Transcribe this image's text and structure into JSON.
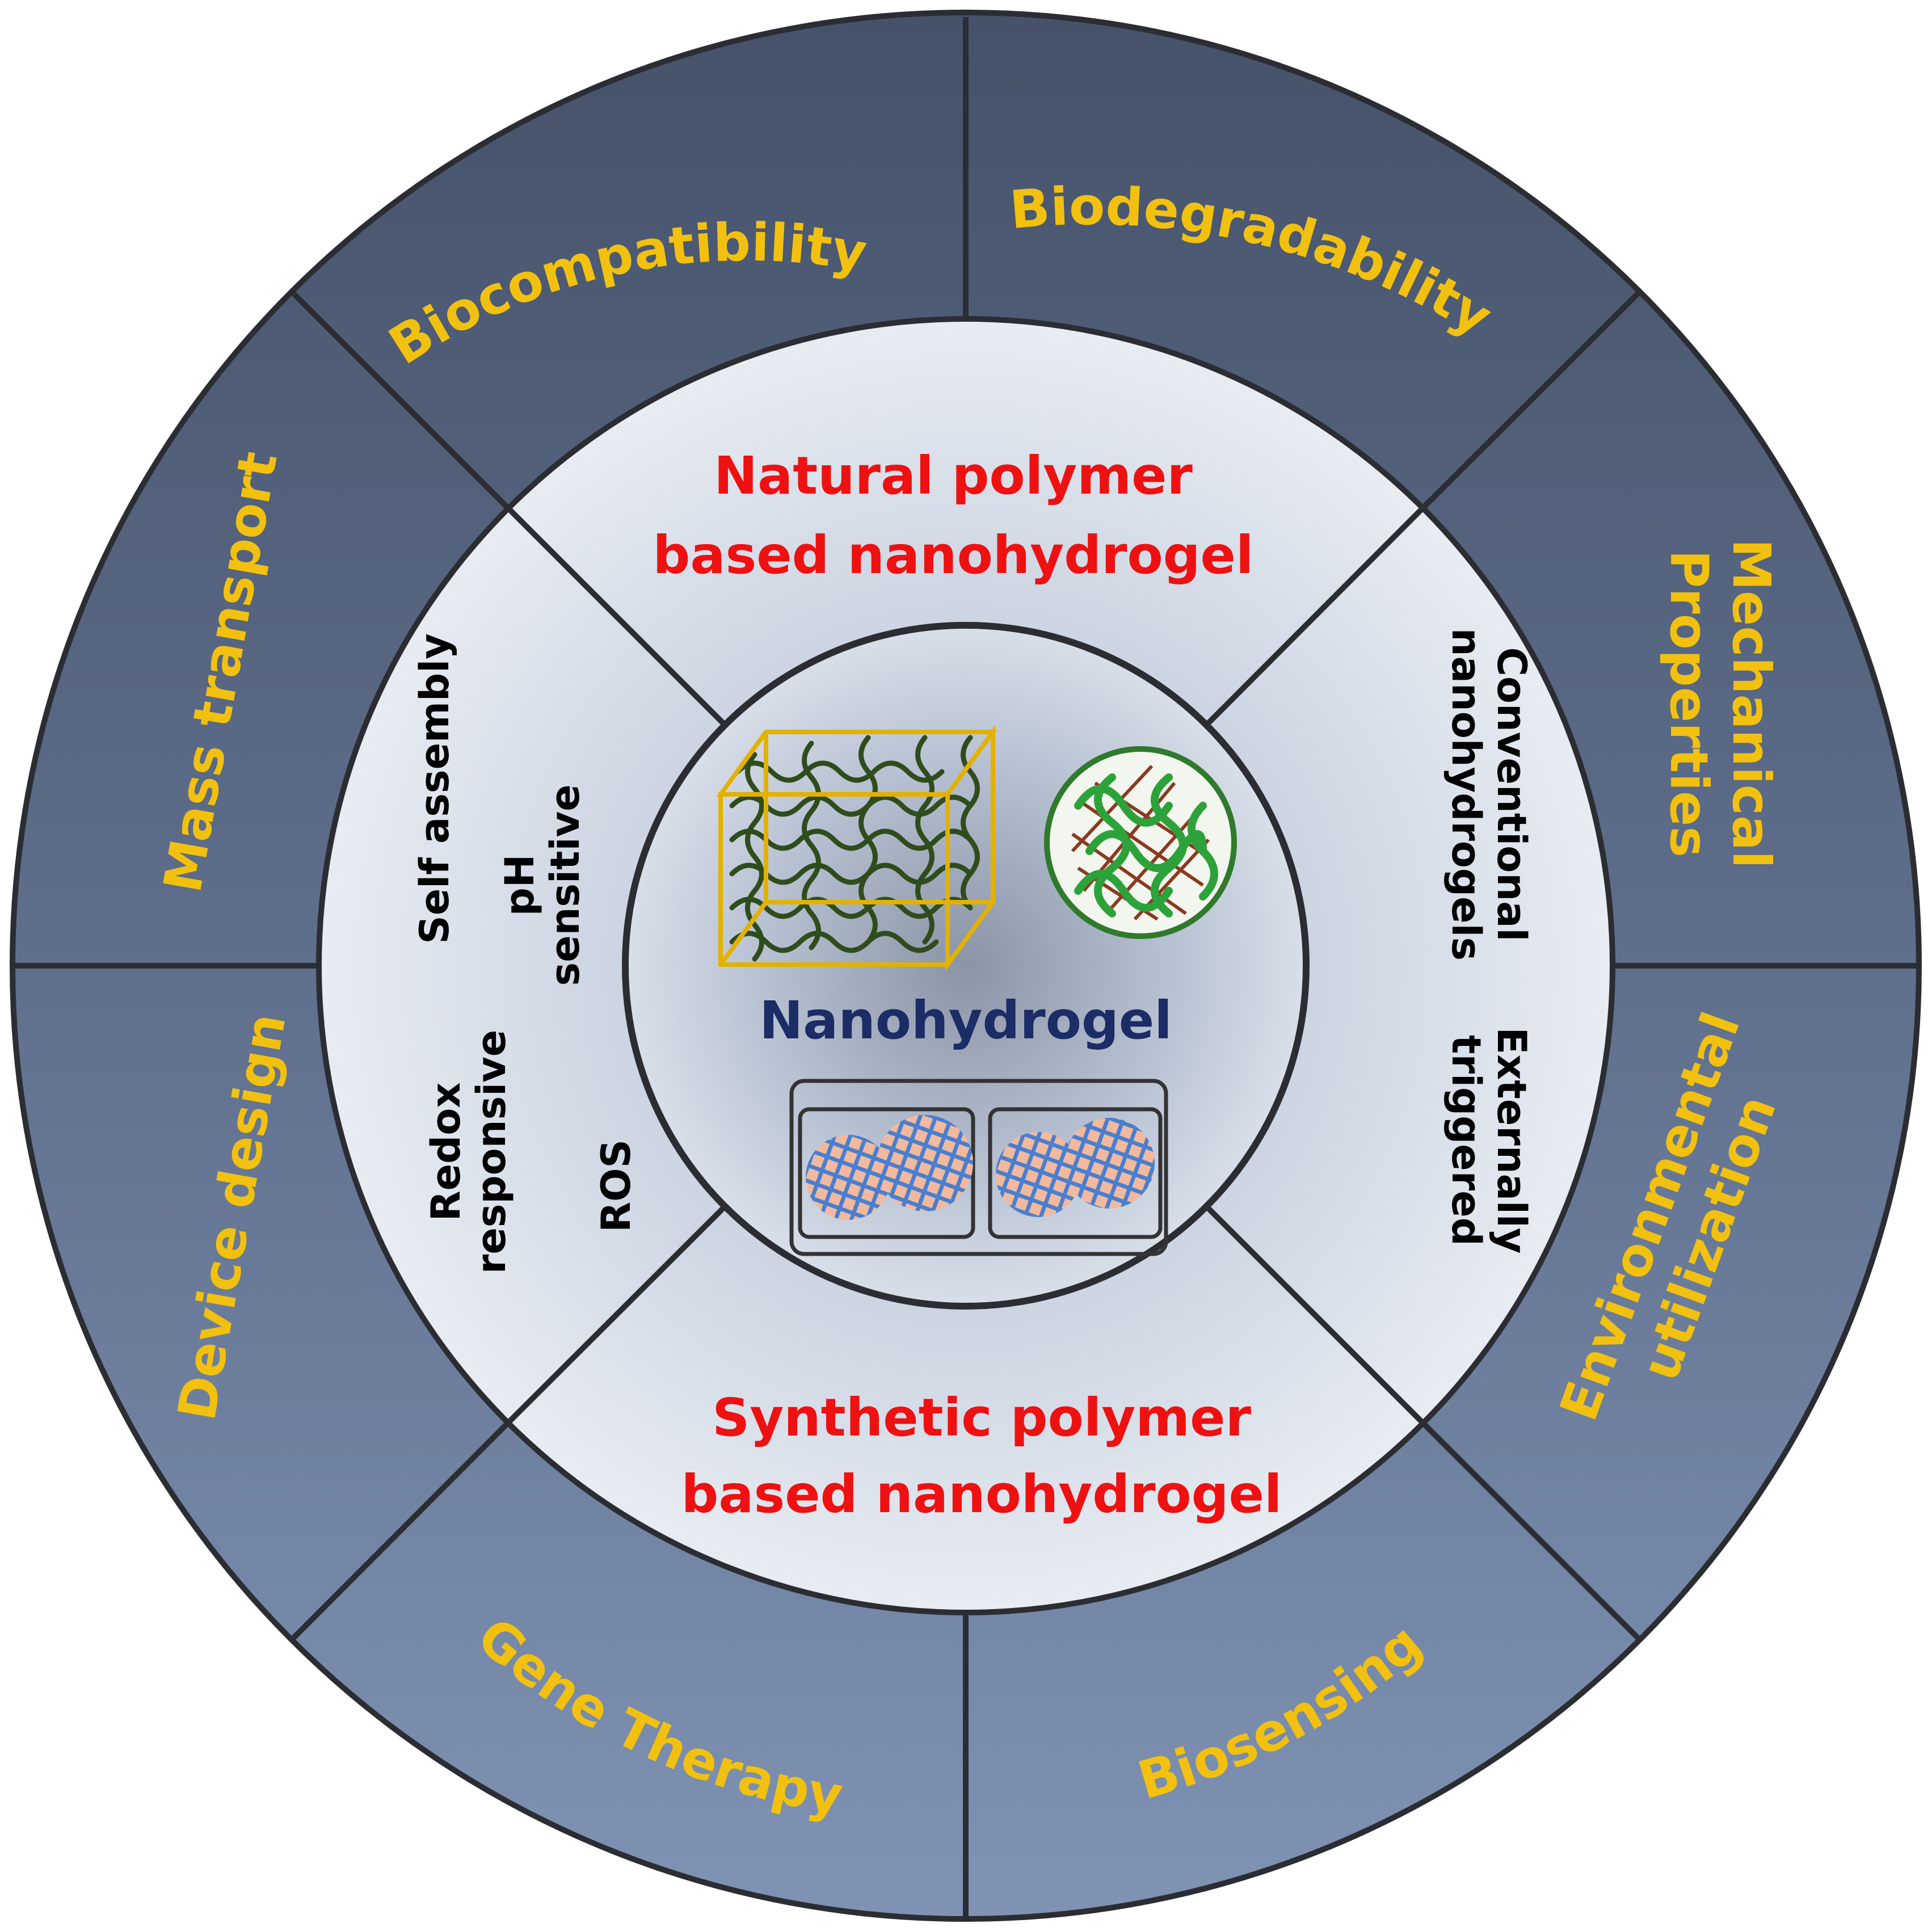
{
  "center": {
    "title": "Nanohydrogel"
  },
  "outer_ring": [
    {
      "label": "Biocompatibility"
    },
    {
      "label": "Biodegradability"
    },
    {
      "label": "Mechanical"
    },
    {
      "label": "Properties"
    },
    {
      "label": "Environmental"
    },
    {
      "label": "utilization"
    },
    {
      "label": "Biosensing"
    },
    {
      "label": "Gene Therapy"
    },
    {
      "label": "Device design"
    },
    {
      "label": "Mass transport"
    }
  ],
  "middle_ring": {
    "top_line1": "Natural polymer",
    "top_line2": "based nanohydrogel",
    "bottom_line1": "Synthetic polymer",
    "bottom_line2": "based nanohydrogel",
    "right_upper_line1": "Conventional",
    "right_upper_line2": "nanohydrogels",
    "right_lower_line1": "Externally",
    "right_lower_line2": "triggered",
    "left_self_assembly": "Self assembly",
    "left_ph_line1": "pH",
    "left_ph_line2": "sensitive",
    "left_redox_line1": "Redox",
    "left_redox_line2": "responsive",
    "left_ros": "ROS"
  },
  "colors": {
    "outer_top": "#48556b",
    "outer_bottom": "#7e92b2",
    "middle_fill": "#d4dbe6",
    "center_fill": "#a7b4c8",
    "border": "#2b2d33",
    "outer_text": "#f2c10f",
    "middle_title_text": "#ee1111",
    "center_text": "#1b2c66"
  }
}
